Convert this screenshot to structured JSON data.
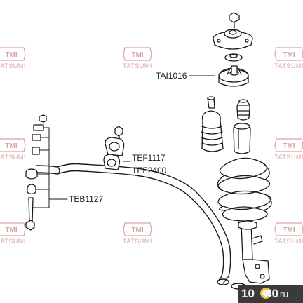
{
  "watermark": {
    "brand": "TMI",
    "text": "TATSUMI",
    "color": "#d9a3a8"
  },
  "callouts": {
    "strut_mount": "TAI1016",
    "stabilizer_bushing_1": "TEF1117",
    "stabilizer_bushing_2": "TEF2400",
    "stabilizer_link": "TEB1127"
  },
  "badge": {
    "number_left": "10",
    "number_right": "40",
    "domain": ".ru",
    "tyre_color": "#e8c23a"
  }
}
